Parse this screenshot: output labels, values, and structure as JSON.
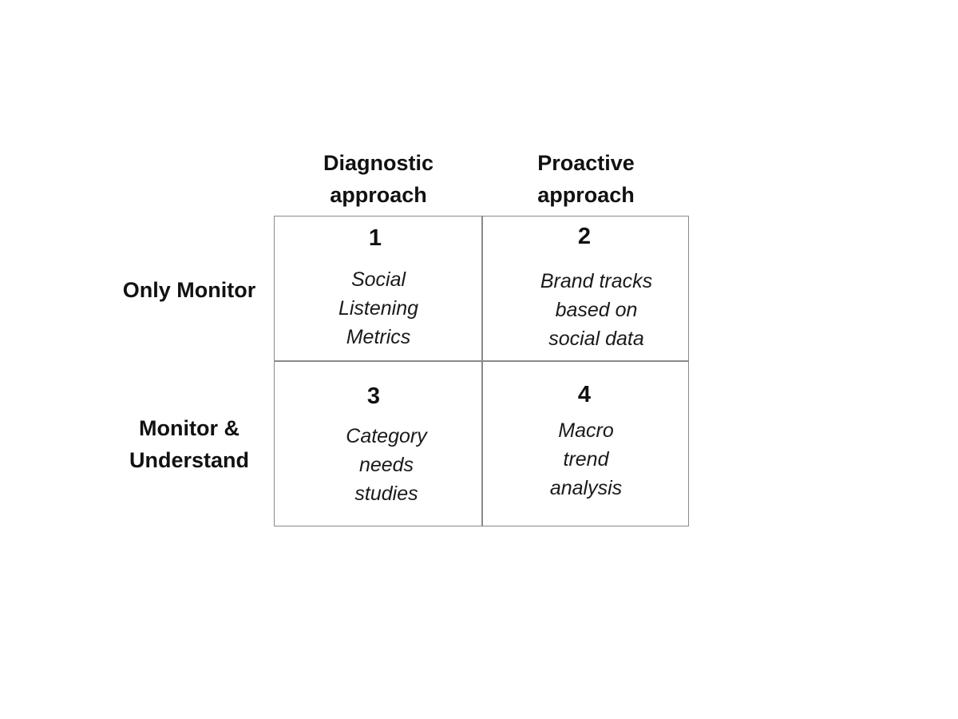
{
  "columns": [
    {
      "header": "Diagnostic\napproach"
    },
    {
      "header": "Proactive\napproach"
    }
  ],
  "rows": [
    {
      "header": "Only Monitor"
    },
    {
      "header": "Monitor &\nUnderstand"
    }
  ],
  "cells": [
    {
      "number": "1",
      "text": "Social\nListening\nMetrics"
    },
    {
      "number": "2",
      "text": "Brand tracks\nbased on\nsocial data"
    },
    {
      "number": "3",
      "text": "Category\nneeds\nstudies"
    },
    {
      "number": "4",
      "text": "Macro\ntrend\nanalysis"
    }
  ],
  "colors": {
    "grid_line": "#8a8a8a",
    "text": "#111111",
    "background": "#ffffff"
  }
}
